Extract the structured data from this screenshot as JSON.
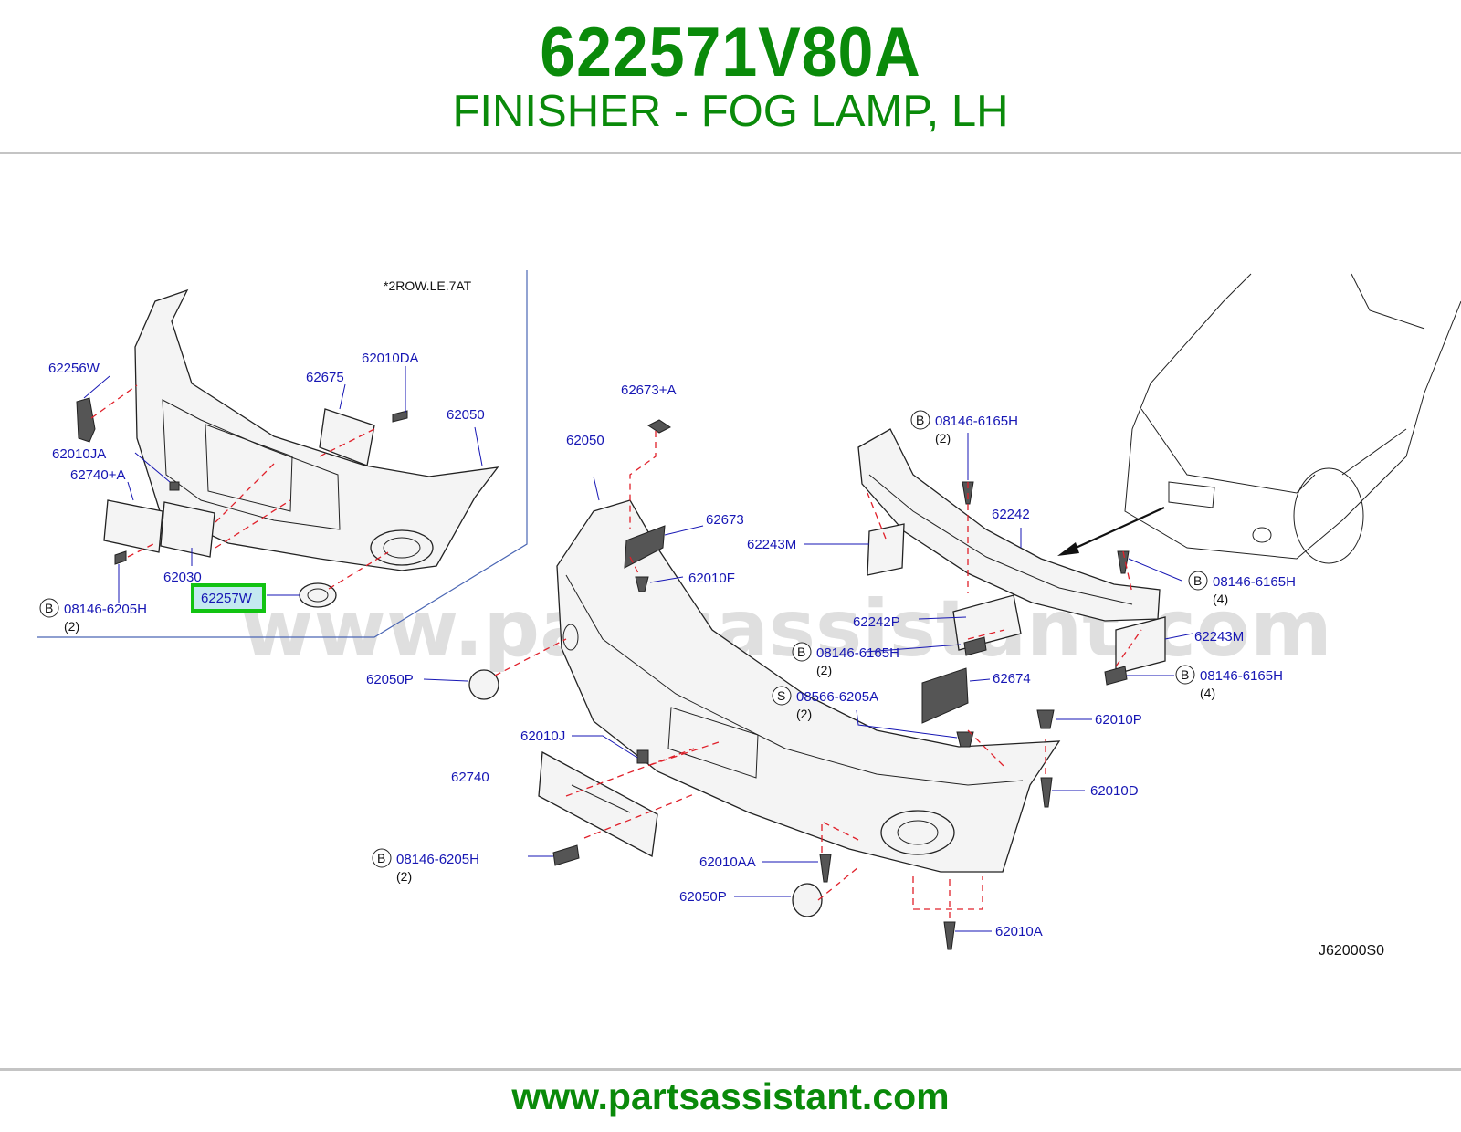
{
  "header": {
    "part_number": "622571V80A",
    "part_name": "FINISHER - FOG LAMP, LH"
  },
  "diagram": {
    "variant_note": "*2ROW.LE.7AT",
    "diagram_code": "J62000S0",
    "watermark": "www.partsassistant.com",
    "highlighted_label": "62257W",
    "labels": {
      "62256W": "62256W",
      "62010DA": "62010DA",
      "62675": "62675",
      "62050_inset": "62050",
      "62010JA": "62010JA",
      "62740A": "62740+A",
      "62030": "62030",
      "62257W": "62257W",
      "bolt_inset": "08146-6205H",
      "62673A": "62673+A",
      "62050_main": "62050",
      "62673": "62673",
      "62010F": "62010F",
      "62243M_left": "62243M",
      "62242": "62242",
      "bolt_top": "08146-6165H",
      "bolt_right": "08146-6165H",
      "62242P": "62242P",
      "62243M_right": "62243M",
      "bolt_mid": "08146-6165H",
      "bolt_lower_right": "08146-6165H",
      "62050P_upper": "62050P",
      "screw_s": "08566-6205A",
      "62674": "62674",
      "62010P": "62010P",
      "62010J": "62010J",
      "62740": "62740",
      "62010D": "62010D",
      "bolt_plate": "08146-6205H",
      "62010AA": "62010AA",
      "62050P_lower": "62050P",
      "62010A": "62010A"
    },
    "quantities": {
      "bolt_inset": "(2)",
      "bolt_top": "(2)",
      "bolt_right": "(4)",
      "bolt_mid": "(2)",
      "bolt_lower_right": "(4)",
      "screw_s": "(2)",
      "bolt_plate": "(2)"
    },
    "markers": {
      "B": "B",
      "S": "S"
    }
  },
  "footer": {
    "url": "www.partsassistant.com"
  },
  "colors": {
    "brand_green": "#0a8a0a",
    "label_blue": "#1616b4",
    "highlight_box": "#12c312",
    "highlight_fill": "#c4e9f0",
    "dash_red": "#e0202a",
    "rule_gray": "#c4c4c4"
  }
}
